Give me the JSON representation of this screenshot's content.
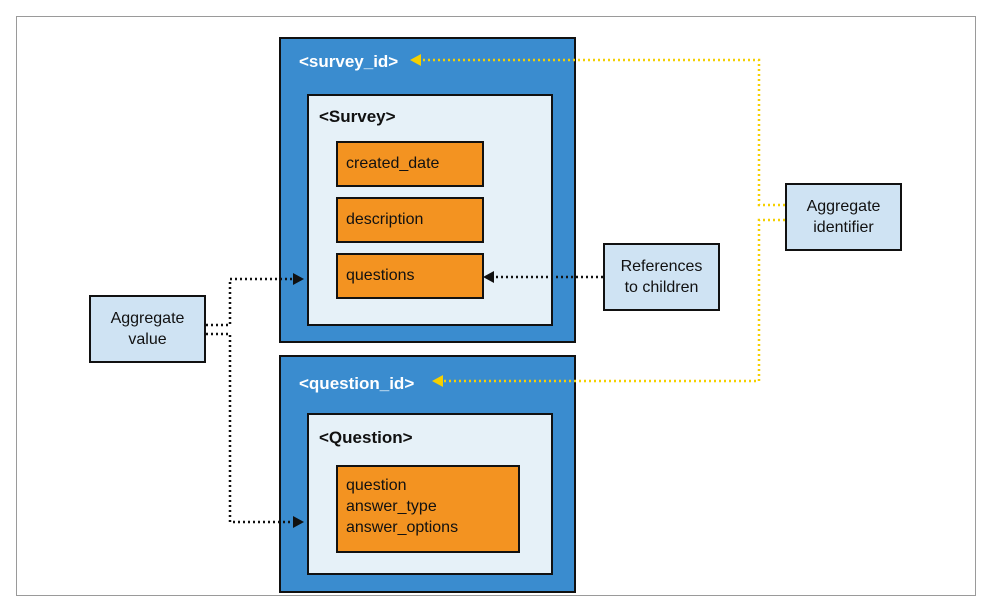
{
  "survey": {
    "id_label": "<survey_id>",
    "entity_label": "<Survey>",
    "fields": [
      "created_date",
      "description",
      "questions"
    ]
  },
  "question": {
    "id_label": "<question_id>",
    "entity_label": "<Question>",
    "fields": [
      "question",
      "answer_type",
      "answer_options"
    ]
  },
  "notes": {
    "aggregate_value": [
      "Aggregate",
      "value"
    ],
    "references": [
      "References",
      "to children"
    ],
    "aggregate_identifier": [
      "Aggregate",
      "identifier"
    ]
  },
  "colors": {
    "outer_box": "#3a8ccf",
    "inner_box": "#e6f1f8",
    "field": "#f39321",
    "note": "#cfe3f3",
    "identifier_arrow": "#f5d000",
    "value_arrow": "#111111"
  }
}
